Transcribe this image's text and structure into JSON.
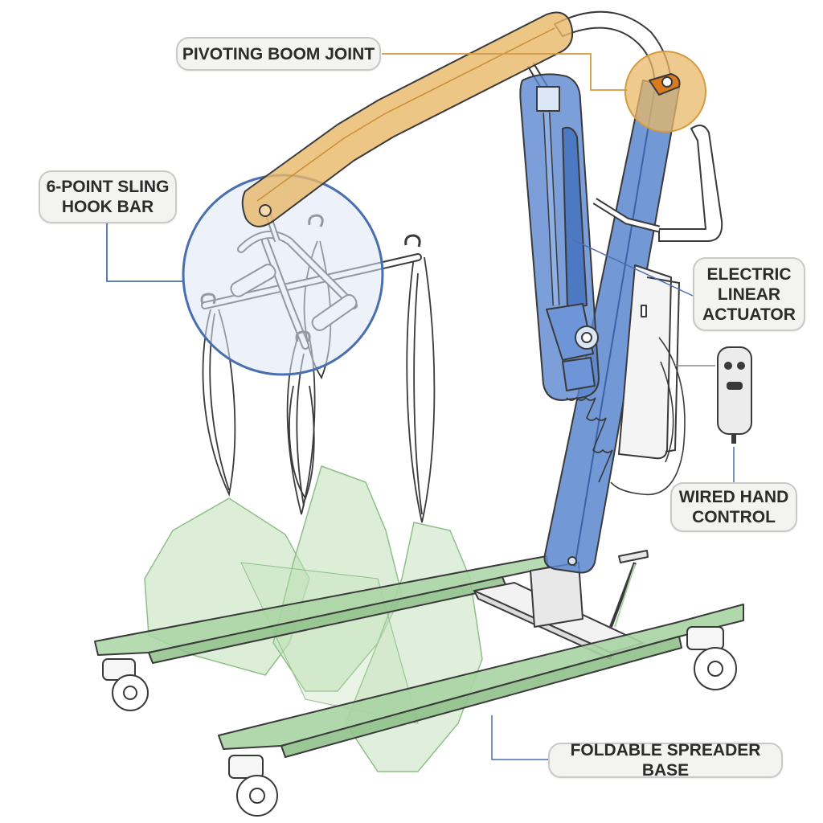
{
  "colors": {
    "boom": "#e8b868",
    "mast": "#5b86cf",
    "base": "#a9d4a3",
    "sling": "#bfe0b8",
    "outline": "#3a3a3a",
    "leader_orange": "#d49a3f",
    "leader_blue": "#4a6fb0",
    "leader_grey": "#8a8a8a",
    "callout_fill": "#f3f3f1",
    "callout_border": "#c9c9c6"
  },
  "labels": {
    "boom_joint": "PIVOTING BOOM JOINT",
    "sling_bar_line1": "6-POINT SLING",
    "sling_bar_line2": "HOOK BAR",
    "actuator_line1": "ELECTRIC",
    "actuator_line2": "LINEAR",
    "actuator_line3": "ACTUATOR",
    "hand_control_line1": "WIRED HAND",
    "hand_control_line2": "CONTROL",
    "base": "FOLDABLE SPREADER BASE"
  },
  "components": {
    "boom": "boom-arm",
    "mast": "mast",
    "actuator": "linear-actuator",
    "control_box": "control-box",
    "hand_control": "hand-control-remote",
    "sling_bar": "sling-hook-bar",
    "sling": "patient-sling",
    "base": "spreader-base",
    "casters": "caster-wheels"
  }
}
